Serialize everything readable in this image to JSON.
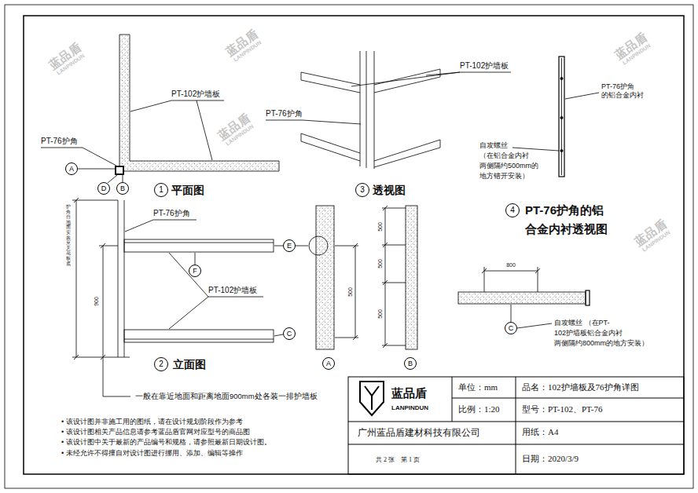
{
  "diagram": {
    "nodes": [
      {
        "text": [
          "A"
        ]
      },
      {
        "text": [
          "D"
        ]
      },
      {
        "text": [
          "B"
        ]
      },
      {
        "text": [
          "1"
        ]
      },
      {
        "text": [
          "3"
        ]
      },
      {
        "text": [
          "4"
        ]
      },
      {
        "text": [
          "F"
        ]
      },
      {
        "text": [
          "E"
        ]
      },
      {
        "text": [
          "C"
        ]
      },
      {
        "text": [
          "2"
        ]
      },
      {
        "text": [
          "A"
        ]
      },
      {
        "text": [
          "B"
        ]
      },
      {
        "text": [
          "C"
        ]
      }
    ],
    "labels": [
      "PT-102护墙板",
      "PT-76护角",
      "平面图",
      "PT-102护墙板",
      "PT-76护角",
      "透视图",
      "PT-76护角 的铝合金内衬",
      "自攻螺丝 （在铝合金内衬 两侧隔约500mm的 地方错开安装）",
      "PT-76护角的铝 合金内衬透视图",
      "PT-76护角",
      "PT-102护墙板",
      "900",
      "护角自地面安装至天花板底",
      "立面图",
      "一般在靠近地面和距离地面900mm处各装一排护墙板",
      "500",
      "500",
      "500",
      "500",
      "800",
      "自攻螺丝 （在PT-102护墙板铝合金内衬 两侧隔约800mm的地方安装）",
      "单位：mm",
      "品名：102护墙板及76护角详图",
      "比例：1:20",
      "型号：PT-102、PT-76",
      "广州蓝品盾建材科技有限公司",
      "用纸：A4",
      "共 2 张    第 1 页",
      "日期：2020/3/9",
      "蓝品盾",
      "LANPINDUN",
      "• 该设计图并非施工用的图纸，请在设计规划阶段作为参考",
      "• 该设计图相关产品信息请参考蓝品盾官网对应型号的商品图",
      "• 该设计图中关于最新的产品编号和规格，请参照最新日期设计图。",
      "• 未经允许不得擅自对设计图进行挪用、添加、编辑等操作",
      "蓝品盾",
      "LANPINDUN",
      "蓝品盾",
      "LANPINDUN",
      "蓝品盾",
      "LANPINDUN",
      "蓝品盾",
      "LANPINDUN",
      "蓝品盾",
      "LANPINDUN"
    ]
  }
}
